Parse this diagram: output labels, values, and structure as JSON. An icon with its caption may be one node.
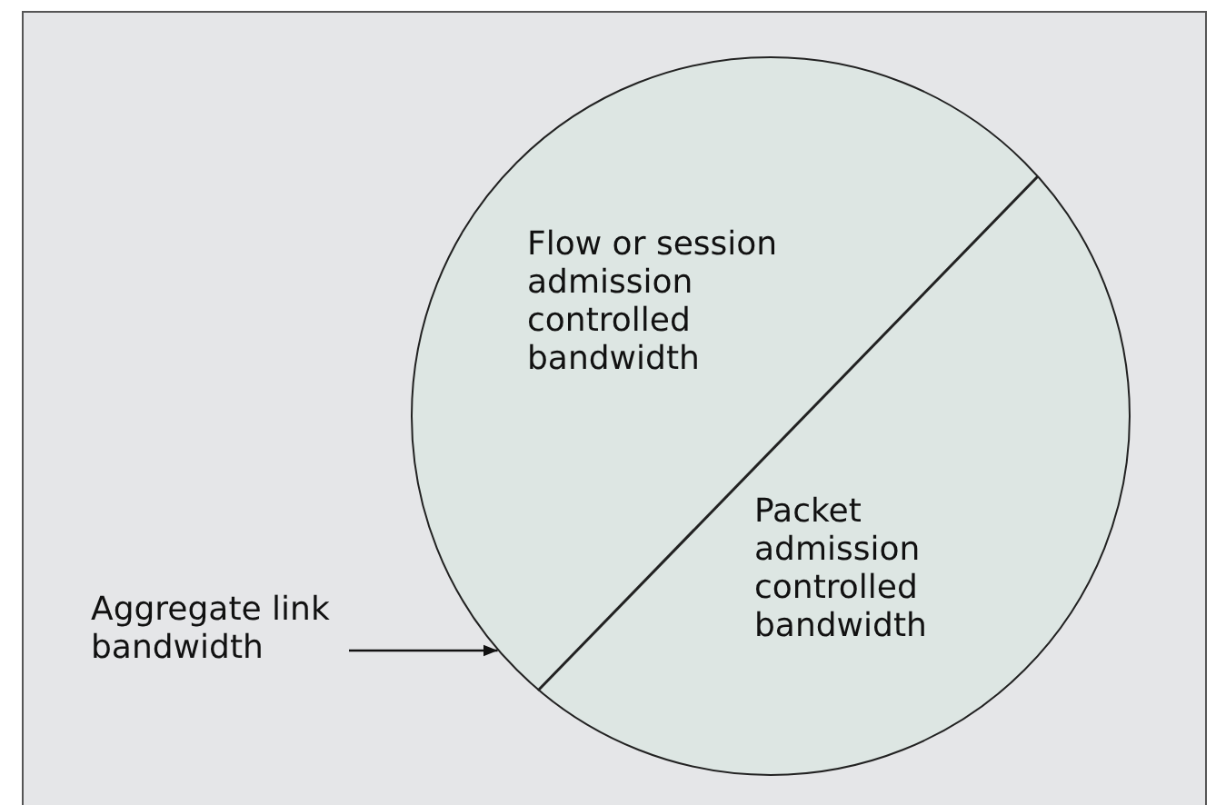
{
  "diagram": {
    "nodes": [
      {
        "text": [],
        "shape": "circle"
      },
      {
        "text": [
          "Aggregate link bandwidth"
        ]
      }
    ],
    "edges": [
      {
        "from": 1,
        "to": 0,
        "arrow": "to"
      }
    ],
    "labels": [
      "Flow or session admission controlled bandwidth",
      "Packet admission controlled bandwidth"
    ]
  }
}
